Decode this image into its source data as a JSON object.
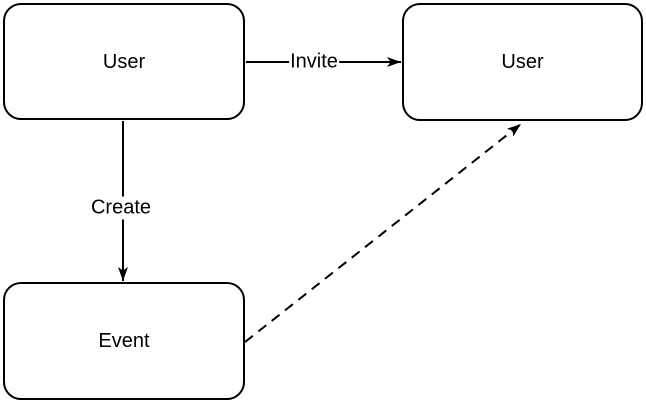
{
  "diagram": {
    "nodes": [
      {
        "id": "user-left",
        "label": "User"
      },
      {
        "id": "user-right",
        "label": "User"
      },
      {
        "id": "event",
        "label": "Event"
      }
    ],
    "edges": [
      {
        "from": "user-left",
        "to": "user-right",
        "label": "Invite",
        "style": "solid",
        "direction": "right"
      },
      {
        "from": "user-left",
        "to": "event",
        "label": "Create",
        "style": "solid",
        "direction": "down"
      },
      {
        "from": "event",
        "to": "user-right",
        "label": "",
        "style": "dashed",
        "direction": "up-right"
      }
    ],
    "colors": {
      "node_fill": "#ffffff",
      "node_stroke": "#000000",
      "edge_stroke": "#000000",
      "text": "#000000",
      "background": "#ffffff"
    }
  }
}
